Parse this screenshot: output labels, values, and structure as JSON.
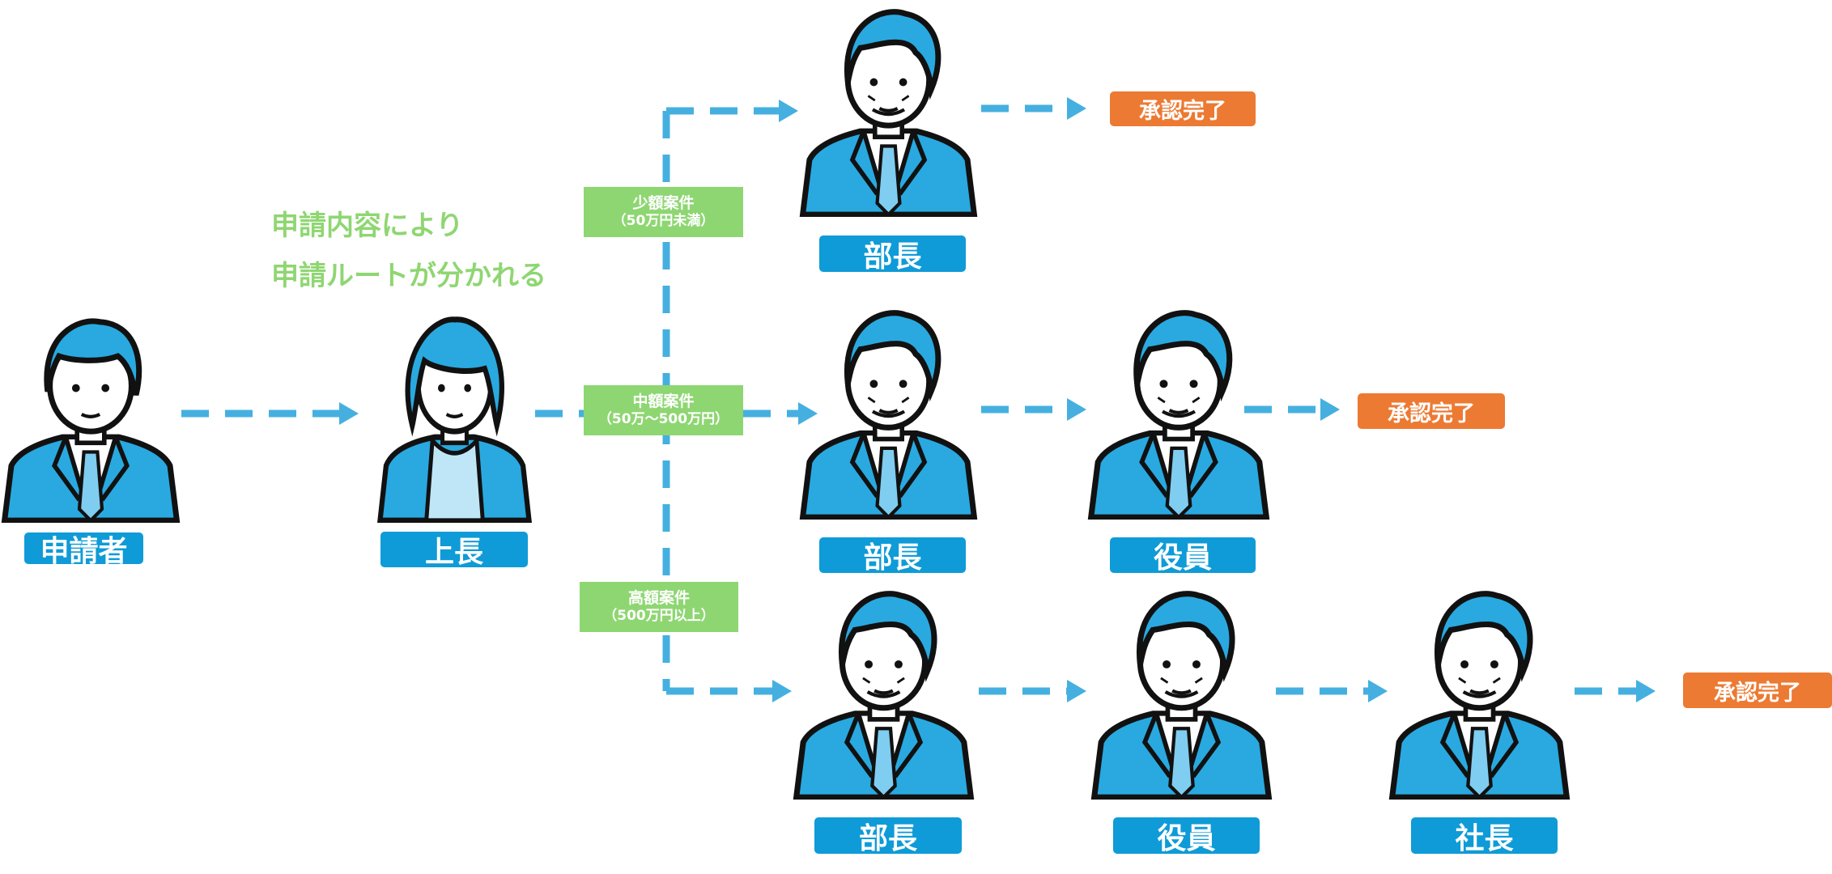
{
  "note": {
    "line1": "申請内容により",
    "line2": "申請ルートが分かれる"
  },
  "roles": {
    "applicant": "申請者",
    "supervisor": "上長",
    "manager": "部長",
    "officer": "役員",
    "president": "社長"
  },
  "complete_label": "承認完了",
  "conditions": {
    "small": {
      "title": "少額案件",
      "range": "（50万円未満）"
    },
    "medium": {
      "title": "中額案件",
      "range": "（50万～500万円）"
    },
    "large": {
      "title": "高額案件",
      "range": "（500万円以上）"
    }
  },
  "colors": {
    "suit": "#29a9e0",
    "role_bg": "#0f9bd7",
    "complete": "#ec7a33",
    "condition": "#8ed672",
    "arrow": "#45b0e0"
  }
}
